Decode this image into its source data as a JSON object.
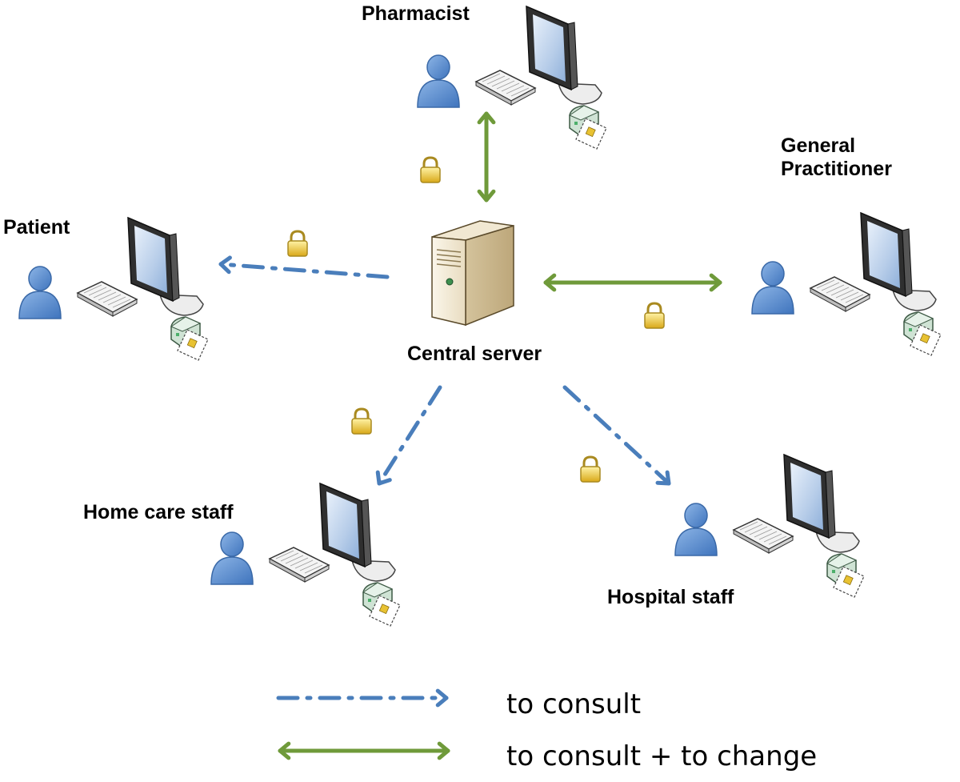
{
  "diagram": {
    "nodes": {
      "pharmacist": {
        "label": "Pharmacist"
      },
      "general_practitioner": {
        "line1": "General",
        "line2": "Practitioner"
      },
      "patient": {
        "label": "Patient"
      },
      "central_server": {
        "label": "Central server"
      },
      "home_care_staff": {
        "label": "Home care staff"
      },
      "hospital_staff": {
        "label": "Hospital staff"
      }
    },
    "connections": [
      {
        "from": "central_server",
        "to": "pharmacist",
        "type": "to consult + to change",
        "secured": true
      },
      {
        "from": "central_server",
        "to": "general_practitioner",
        "type": "to consult + to change",
        "secured": true
      },
      {
        "from": "central_server",
        "to": "patient",
        "type": "to consult",
        "secured": true
      },
      {
        "from": "central_server",
        "to": "home_care_staff",
        "type": "to consult",
        "secured": true
      },
      {
        "from": "central_server",
        "to": "hospital_staff",
        "type": "to consult",
        "secured": true
      }
    ],
    "icons": [
      "user-icon",
      "computer-monitor-icon",
      "keyboard-icon",
      "card-reader-icon",
      "server-icon",
      "padlock-icon"
    ]
  },
  "legend": {
    "consult": {
      "label": "to consult",
      "style": "dash-dot arrow",
      "color": "#4a7ebb"
    },
    "change": {
      "label": "to consult + to change",
      "style": "solid double arrow",
      "color": "#6f9a3a"
    }
  },
  "colors": {
    "consult_arrow": "#4a7ebb",
    "change_arrow": "#6f9a3a",
    "person": "#5b8ed0",
    "padlock": "#e8c232"
  }
}
